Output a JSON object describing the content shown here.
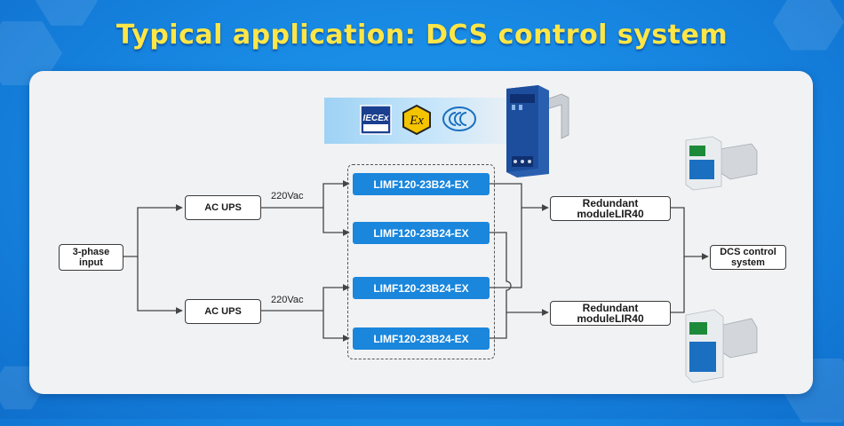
{
  "title": "Typical application: DCS control system",
  "nodes": {
    "input": "3-phase\ninput",
    "ups_top": "AC UPS",
    "ups_bottom": "AC UPS",
    "redundant_top": "Redundant\nmoduleLIR40",
    "redundant_bottom": "Redundant\nmoduleLIR40",
    "dcs": "DCS control\nsystem"
  },
  "voltage_labels": [
    "220Vac",
    "220Vac"
  ],
  "power_supplies": [
    "LIMF120-23B24-EX",
    "LIMF120-23B24-EX",
    "LIMF120-23B24-EX",
    "LIMF120-23B24-EX"
  ],
  "certifications": [
    "IECEx",
    "Ex",
    "CCC"
  ],
  "colors": {
    "title": "#ffe646",
    "psu_fill": "#1a86dc",
    "background": "#1684e0",
    "panel": "#f1f2f4"
  }
}
